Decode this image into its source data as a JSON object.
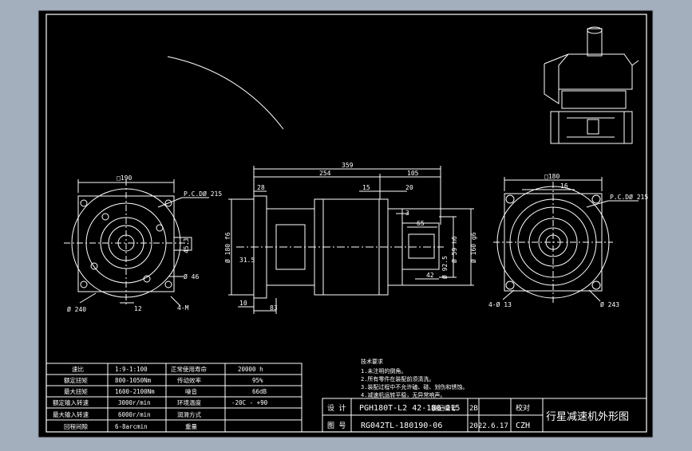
{
  "colors": {
    "background": "#a4afbe",
    "paper": "#000000",
    "line": "#ffffff",
    "bezel": "#8b95a3"
  },
  "left_view": {
    "square_dim": "□190",
    "pcd": "P.C.DØ 215",
    "pilot": "Ø 240",
    "holes": "4-M",
    "keyway": "45.3",
    "inner_dia": "Ø 46",
    "width_dim": "12"
  },
  "side_view": {
    "overall": "359",
    "body": "254",
    "shaft_len": "105",
    "flange_thk": "28",
    "d15": "15",
    "d20": "20",
    "d3": "3",
    "key_len": "65",
    "step": "42",
    "height": "Ø 180 f6",
    "shaft_dia": "Ø 59 h6",
    "shaft_dia2": "Ø 160 g6",
    "inner": "Ø 92.5",
    "offset": "31.5",
    "thk10": "10",
    "d83": "83"
  },
  "right_view": {
    "square_dim": "□180",
    "dim16": "16",
    "pcd": "P.C.DØ 215",
    "holes": "4-Ø 13",
    "pilot": "Ø 243"
  },
  "spec_table": {
    "rows": [
      [
        "速比",
        "1:9-1:100",
        "正常使用寿命",
        "20000  h"
      ],
      [
        "额定扭矩",
        "800-1050Nm",
        "传动效率",
        "95%"
      ],
      [
        "最大扭矩",
        "1600-2100Nm",
        "噪音",
        "66dB"
      ],
      [
        "额定输入转速",
        "3000r/min",
        "环境温度",
        "-20C - +90"
      ],
      [
        "最大输入转速",
        "6000r/min",
        "润滑方式",
        ""
      ],
      [
        "回程间隙",
        "6-8arcmin",
        "重量",
        ""
      ]
    ]
  },
  "notes": {
    "title": "技术要求",
    "lines": [
      "1.未注明的倒角。",
      "2.所有零件在装配前须清洗。",
      "3.装配过程中不允许磕、碰、划伤和锈蚀。",
      "4.减速机运转平稳，无异常响声。"
    ]
  },
  "title_block": {
    "design_label": "设 计",
    "drawing_label": "图 号",
    "model": "PGH180T-L2 42-180-215",
    "drawing_no": "RG042TL-180190-06",
    "scale_label": "装配编号",
    "scale_value": "2B",
    "date": "2022.6.17",
    "check_label": "校对",
    "checker": "CZH",
    "title": "行星减速机外形图"
  }
}
